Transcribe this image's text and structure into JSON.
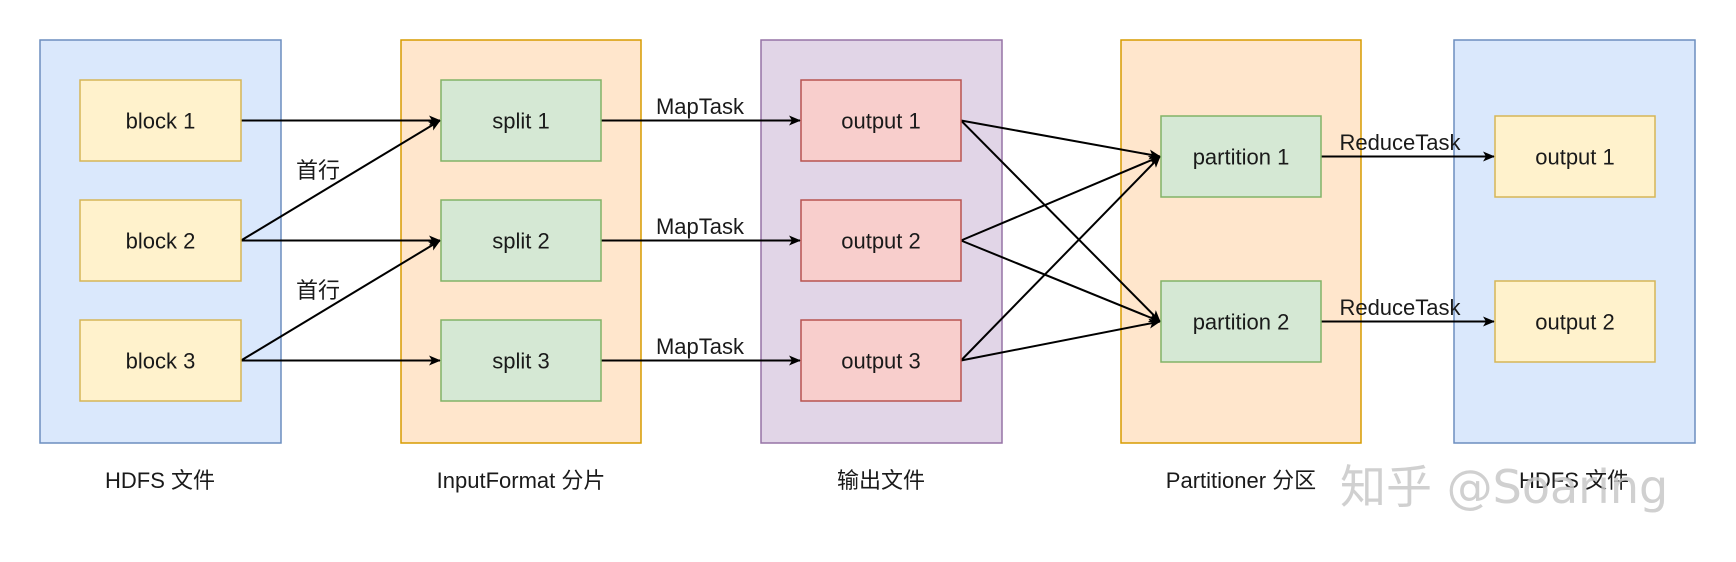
{
  "groups": [
    {
      "id": "hdfs-in",
      "label": "HDFS 文件",
      "fill": "#dae8fc",
      "stroke": "#6c8ebf"
    },
    {
      "id": "inputformat",
      "label": "InputFormat 分片",
      "fill": "#ffe6cc",
      "stroke": "#d79b00"
    },
    {
      "id": "output-files",
      "label": "输出文件",
      "fill": "#e1d5e7",
      "stroke": "#9673a6"
    },
    {
      "id": "partitioner",
      "label": "Partitioner 分区",
      "fill": "#ffe6cc",
      "stroke": "#d79b00"
    },
    {
      "id": "hdfs-out",
      "label": "HDFS 文件",
      "fill": "#dae8fc",
      "stroke": "#6c8ebf"
    }
  ],
  "nodes": {
    "block1": {
      "label": "block 1",
      "fill": "#fff2cc",
      "stroke": "#d6b656"
    },
    "block2": {
      "label": "block 2",
      "fill": "#fff2cc",
      "stroke": "#d6b656"
    },
    "block3": {
      "label": "block 3",
      "fill": "#fff2cc",
      "stroke": "#d6b656"
    },
    "split1": {
      "label": "split 1",
      "fill": "#d5e8d4",
      "stroke": "#82b366"
    },
    "split2": {
      "label": "split 2",
      "fill": "#d5e8d4",
      "stroke": "#82b366"
    },
    "split3": {
      "label": "split 3",
      "fill": "#d5e8d4",
      "stroke": "#82b366"
    },
    "mapout1": {
      "label": "output 1",
      "fill": "#f8cecc",
      "stroke": "#b85450"
    },
    "mapout2": {
      "label": "output 2",
      "fill": "#f8cecc",
      "stroke": "#b85450"
    },
    "mapout3": {
      "label": "output 3",
      "fill": "#f8cecc",
      "stroke": "#b85450"
    },
    "partition1": {
      "label": "partition 1",
      "fill": "#d5e8d4",
      "stroke": "#82b366"
    },
    "partition2": {
      "label": "partition 2",
      "fill": "#d5e8d4",
      "stroke": "#82b366"
    },
    "final1": {
      "label": "output 1",
      "fill": "#fff2cc",
      "stroke": "#d6b656"
    },
    "final2": {
      "label": "output 2",
      "fill": "#fff2cc",
      "stroke": "#d6b656"
    }
  },
  "edges": [
    {
      "from": "block1",
      "to": "split1",
      "label": ""
    },
    {
      "from": "block2",
      "to": "split1",
      "label": "首行"
    },
    {
      "from": "block2",
      "to": "split2",
      "label": ""
    },
    {
      "from": "block3",
      "to": "split2",
      "label": "首行"
    },
    {
      "from": "block3",
      "to": "split3",
      "label": ""
    },
    {
      "from": "split1",
      "to": "mapout1",
      "label": "MapTask"
    },
    {
      "from": "split2",
      "to": "mapout2",
      "label": "MapTask"
    },
    {
      "from": "split3",
      "to": "mapout3",
      "label": "MapTask"
    },
    {
      "from": "mapout1",
      "to": "partition1",
      "label": ""
    },
    {
      "from": "mapout1",
      "to": "partition2",
      "label": ""
    },
    {
      "from": "mapout2",
      "to": "partition1",
      "label": ""
    },
    {
      "from": "mapout2",
      "to": "partition2",
      "label": ""
    },
    {
      "from": "mapout3",
      "to": "partition1",
      "label": ""
    },
    {
      "from": "mapout3",
      "to": "partition2",
      "label": ""
    },
    {
      "from": "partition1",
      "to": "final1",
      "label": "ReduceTask"
    },
    {
      "from": "partition2",
      "to": "final2",
      "label": "ReduceTask"
    }
  ],
  "watermark": "知乎 @Soaring",
  "colors": {
    "edge": "#000000",
    "text": "#1a1a1a",
    "background": "#ffffff"
  }
}
